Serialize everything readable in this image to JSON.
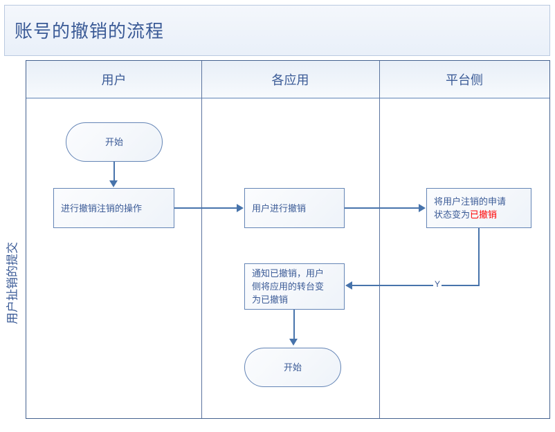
{
  "diagram": {
    "title": "账号的撤销的流程",
    "lane_label": "用户扯销的提交",
    "columns": [
      {
        "label": "用户"
      },
      {
        "label": "各应用"
      },
      {
        "label": "平台侧"
      }
    ],
    "nodes": [
      {
        "id": "start-top",
        "type": "terminator",
        "lane": "用户",
        "text": "开始"
      },
      {
        "id": "user-cancel-action",
        "type": "process",
        "lane": "用户",
        "text": "进行撤销注销的操作"
      },
      {
        "id": "app-user-cancel",
        "type": "process",
        "lane": "各应用",
        "text": "用户进行撤销"
      },
      {
        "id": "platform-set-status",
        "type": "process",
        "lane": "平台侧",
        "text_line1": "将用户注销的申请",
        "text_line2_prefix": "状态变为",
        "text_line2_highlight": "已撤销"
      },
      {
        "id": "notify-app-cancel",
        "type": "process",
        "lane": "各应用",
        "text_line1": "通知已撤销，用户",
        "text_line2": "侧将应用的转台变",
        "text_line3": "为已撤销"
      },
      {
        "id": "start-bottom",
        "type": "terminator",
        "lane": "各应用",
        "text": "开始"
      }
    ],
    "edges": [
      {
        "id": "e1",
        "from": "start-top",
        "to": "user-cancel-action",
        "label": ""
      },
      {
        "id": "e2",
        "from": "user-cancel-action",
        "to": "app-user-cancel",
        "label": ""
      },
      {
        "id": "e3",
        "from": "app-user-cancel",
        "to": "platform-set-status",
        "label": ""
      },
      {
        "id": "e4",
        "from": "platform-set-status",
        "to": "notify-app-cancel",
        "label": "Y"
      },
      {
        "id": "e5",
        "from": "notify-app-cancel",
        "to": "start-bottom",
        "label": ""
      }
    ],
    "colors": {
      "accent": "#3a5a96",
      "connector": "#4773ab",
      "node_border": "#6384b5",
      "frame_border": "#44618f",
      "highlight": "#ff0000",
      "header_bg": "#eef3fa"
    }
  }
}
